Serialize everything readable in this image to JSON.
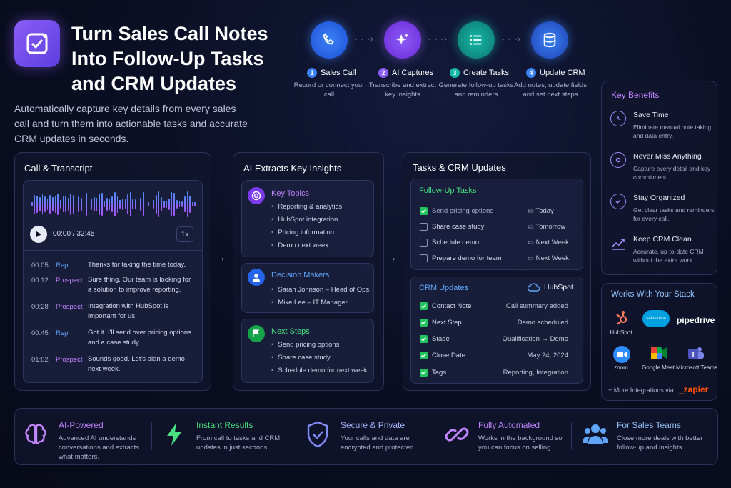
{
  "header": {
    "title": "Turn Sales Call Notes Into Follow-Up Tasks and CRM Updates",
    "description": "Automatically capture key details from every sales call and turn them into actionable tasks and accurate CRM updates in seconds."
  },
  "steps": [
    {
      "num": "1",
      "title": "Sales Call",
      "desc": "Record or connect your call",
      "color": "#3b82f6",
      "icon": "phone-icon"
    },
    {
      "num": "2",
      "title": "AI Captures",
      "desc": "Transcribe and extract key insights",
      "color": "#8b5cf6",
      "icon": "sparkles-icon"
    },
    {
      "num": "3",
      "title": "Create Tasks",
      "desc": "Generate follow-up tasks and reminders",
      "color": "#14b8a6",
      "icon": "list-icon"
    },
    {
      "num": "4",
      "title": "Update CRM",
      "desc": "Add notes, update fields and set next steps",
      "color": "#3b82f6",
      "icon": "database-icon"
    }
  ],
  "call": {
    "title": "Call & Transcript",
    "time": "00:00 / 32:45",
    "speed": "1x",
    "transcript": [
      {
        "t": "00:05",
        "s": "Rep",
        "text": "Thanks for taking the time today."
      },
      {
        "t": "00:12",
        "s": "Prospect",
        "text": "Sure thing. Our team is looking for a solution to improve reporting."
      },
      {
        "t": "00:28",
        "s": "Prospect",
        "text": "Integration with HubSpot is important for us."
      },
      {
        "t": "00:45",
        "s": "Rep",
        "text": "Got it. I'll send over pricing options and a case study."
      },
      {
        "t": "01:02",
        "s": "Prospect",
        "text": "Sounds good. Let's plan a demo next week."
      }
    ]
  },
  "insights": {
    "title": "AI Extracts Key Insights",
    "sections": [
      {
        "title": "Key Topics",
        "items": [
          "Reporting & analytics",
          "HubSpot integration",
          "Pricing information",
          "Demo next week"
        ]
      },
      {
        "title": "Decision Makers",
        "items": [
          "Sarah Johnson – Head of Ops",
          "Mike Lee – IT Manager"
        ]
      },
      {
        "title": "Next Steps",
        "items": [
          "Send pricing options",
          "Share case study",
          "Schedule demo for next week"
        ]
      }
    ]
  },
  "tasks": {
    "title": "Tasks & CRM Updates",
    "follow_title": "Follow-Up Tasks",
    "items": [
      {
        "label": "Send pricing options",
        "due": "Today",
        "done": true
      },
      {
        "label": "Share case study",
        "due": "Tomorrow",
        "done": false
      },
      {
        "label": "Schedule demo",
        "due": "Next Week",
        "done": false
      },
      {
        "label": "Prepare demo for team",
        "due": "Next Week",
        "done": false
      }
    ],
    "crm_title": "CRM Updates",
    "crm_brand": "HubSpot",
    "crm": [
      {
        "field": "Contact Note",
        "value": "Call summary added"
      },
      {
        "field": "Next Step",
        "value": "Demo scheduled"
      },
      {
        "field": "Stage",
        "value": "Qualification → Demo"
      },
      {
        "field": "Close Date",
        "value": "May 24, 2024"
      },
      {
        "field": "Tags",
        "value": "Reporting, Integration"
      }
    ]
  },
  "benefits": {
    "title": "Key Benefits",
    "items": [
      {
        "title": "Save Time",
        "desc": "Eliminate manual note taking and data entry."
      },
      {
        "title": "Never Miss Anything",
        "desc": "Capture every detail and key commitment."
      },
      {
        "title": "Stay Organized",
        "desc": "Get clear tasks and reminders for every call."
      },
      {
        "title": "Keep CRM Clean",
        "desc": "Accurate, up-to-date CRM without the extra work."
      }
    ]
  },
  "stack": {
    "title": "Works With Your Stack",
    "more": "+ More Integrations via",
    "zapier": "_zapier",
    "row1": [
      "HubSpot",
      "salesforce",
      "pipedrive"
    ],
    "row2": [
      "zoom",
      "Google Meet",
      "Microsoft Teams"
    ]
  },
  "features": [
    {
      "title": "AI-Powered",
      "desc": "Advanced AI understands conversations and extracts what matters.",
      "color": "#c084fc"
    },
    {
      "title": "Instant Results",
      "desc": "From call to tasks and CRM updates in just seconds.",
      "color": "#4ade80"
    },
    {
      "title": "Secure & Private",
      "desc": "Your calls and data are encrypted and protected.",
      "color": "#a5b4fc"
    },
    {
      "title": "Fully Automated",
      "desc": "Works in the background so you can focus on selling.",
      "color": "#c084fc"
    },
    {
      "title": "For Sales Teams",
      "desc": "Close more deals with better follow-up and insights.",
      "color": "#93c5fd"
    }
  ]
}
